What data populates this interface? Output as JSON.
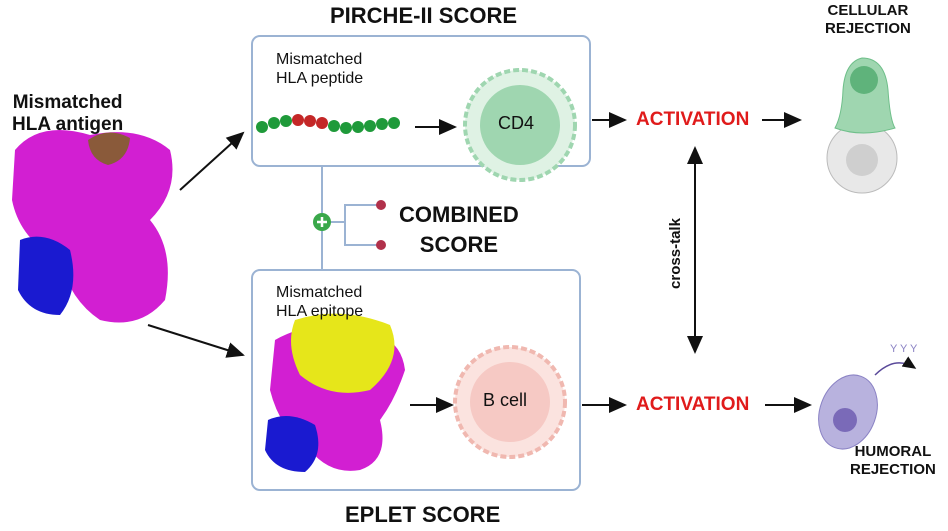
{
  "left_label": {
    "line1": "Mismatched",
    "line2": "HLA antigen"
  },
  "pirche": {
    "title": "PIRCHE-II SCORE",
    "line1": "Mismatched",
    "line2": "HLA peptide",
    "cell": "CD4"
  },
  "combined": {
    "line1": "COMBINED",
    "line2": "SCORE"
  },
  "eplet": {
    "title": "EPLET SCORE",
    "line1": "Mismatched",
    "line2": "HLA epitope",
    "cell": "B cell"
  },
  "activation_top": "ACTIVATION",
  "activation_bottom": "ACTIVATION",
  "crosstalk": "cross-talk",
  "cellular": {
    "line1": "CELLULAR",
    "line2": "REJECTION"
  },
  "humoral": {
    "line1": "HUMORAL",
    "line2": "REJECTION"
  },
  "colors": {
    "activation": "#e01b1b",
    "box_border": "#9bb3d3",
    "magenta": "#d21fd2",
    "blue": "#1a1ad0",
    "yellow": "#e6e61a",
    "green_cell": "#9fd6b0",
    "pink_cell": "#f6c9c4"
  }
}
